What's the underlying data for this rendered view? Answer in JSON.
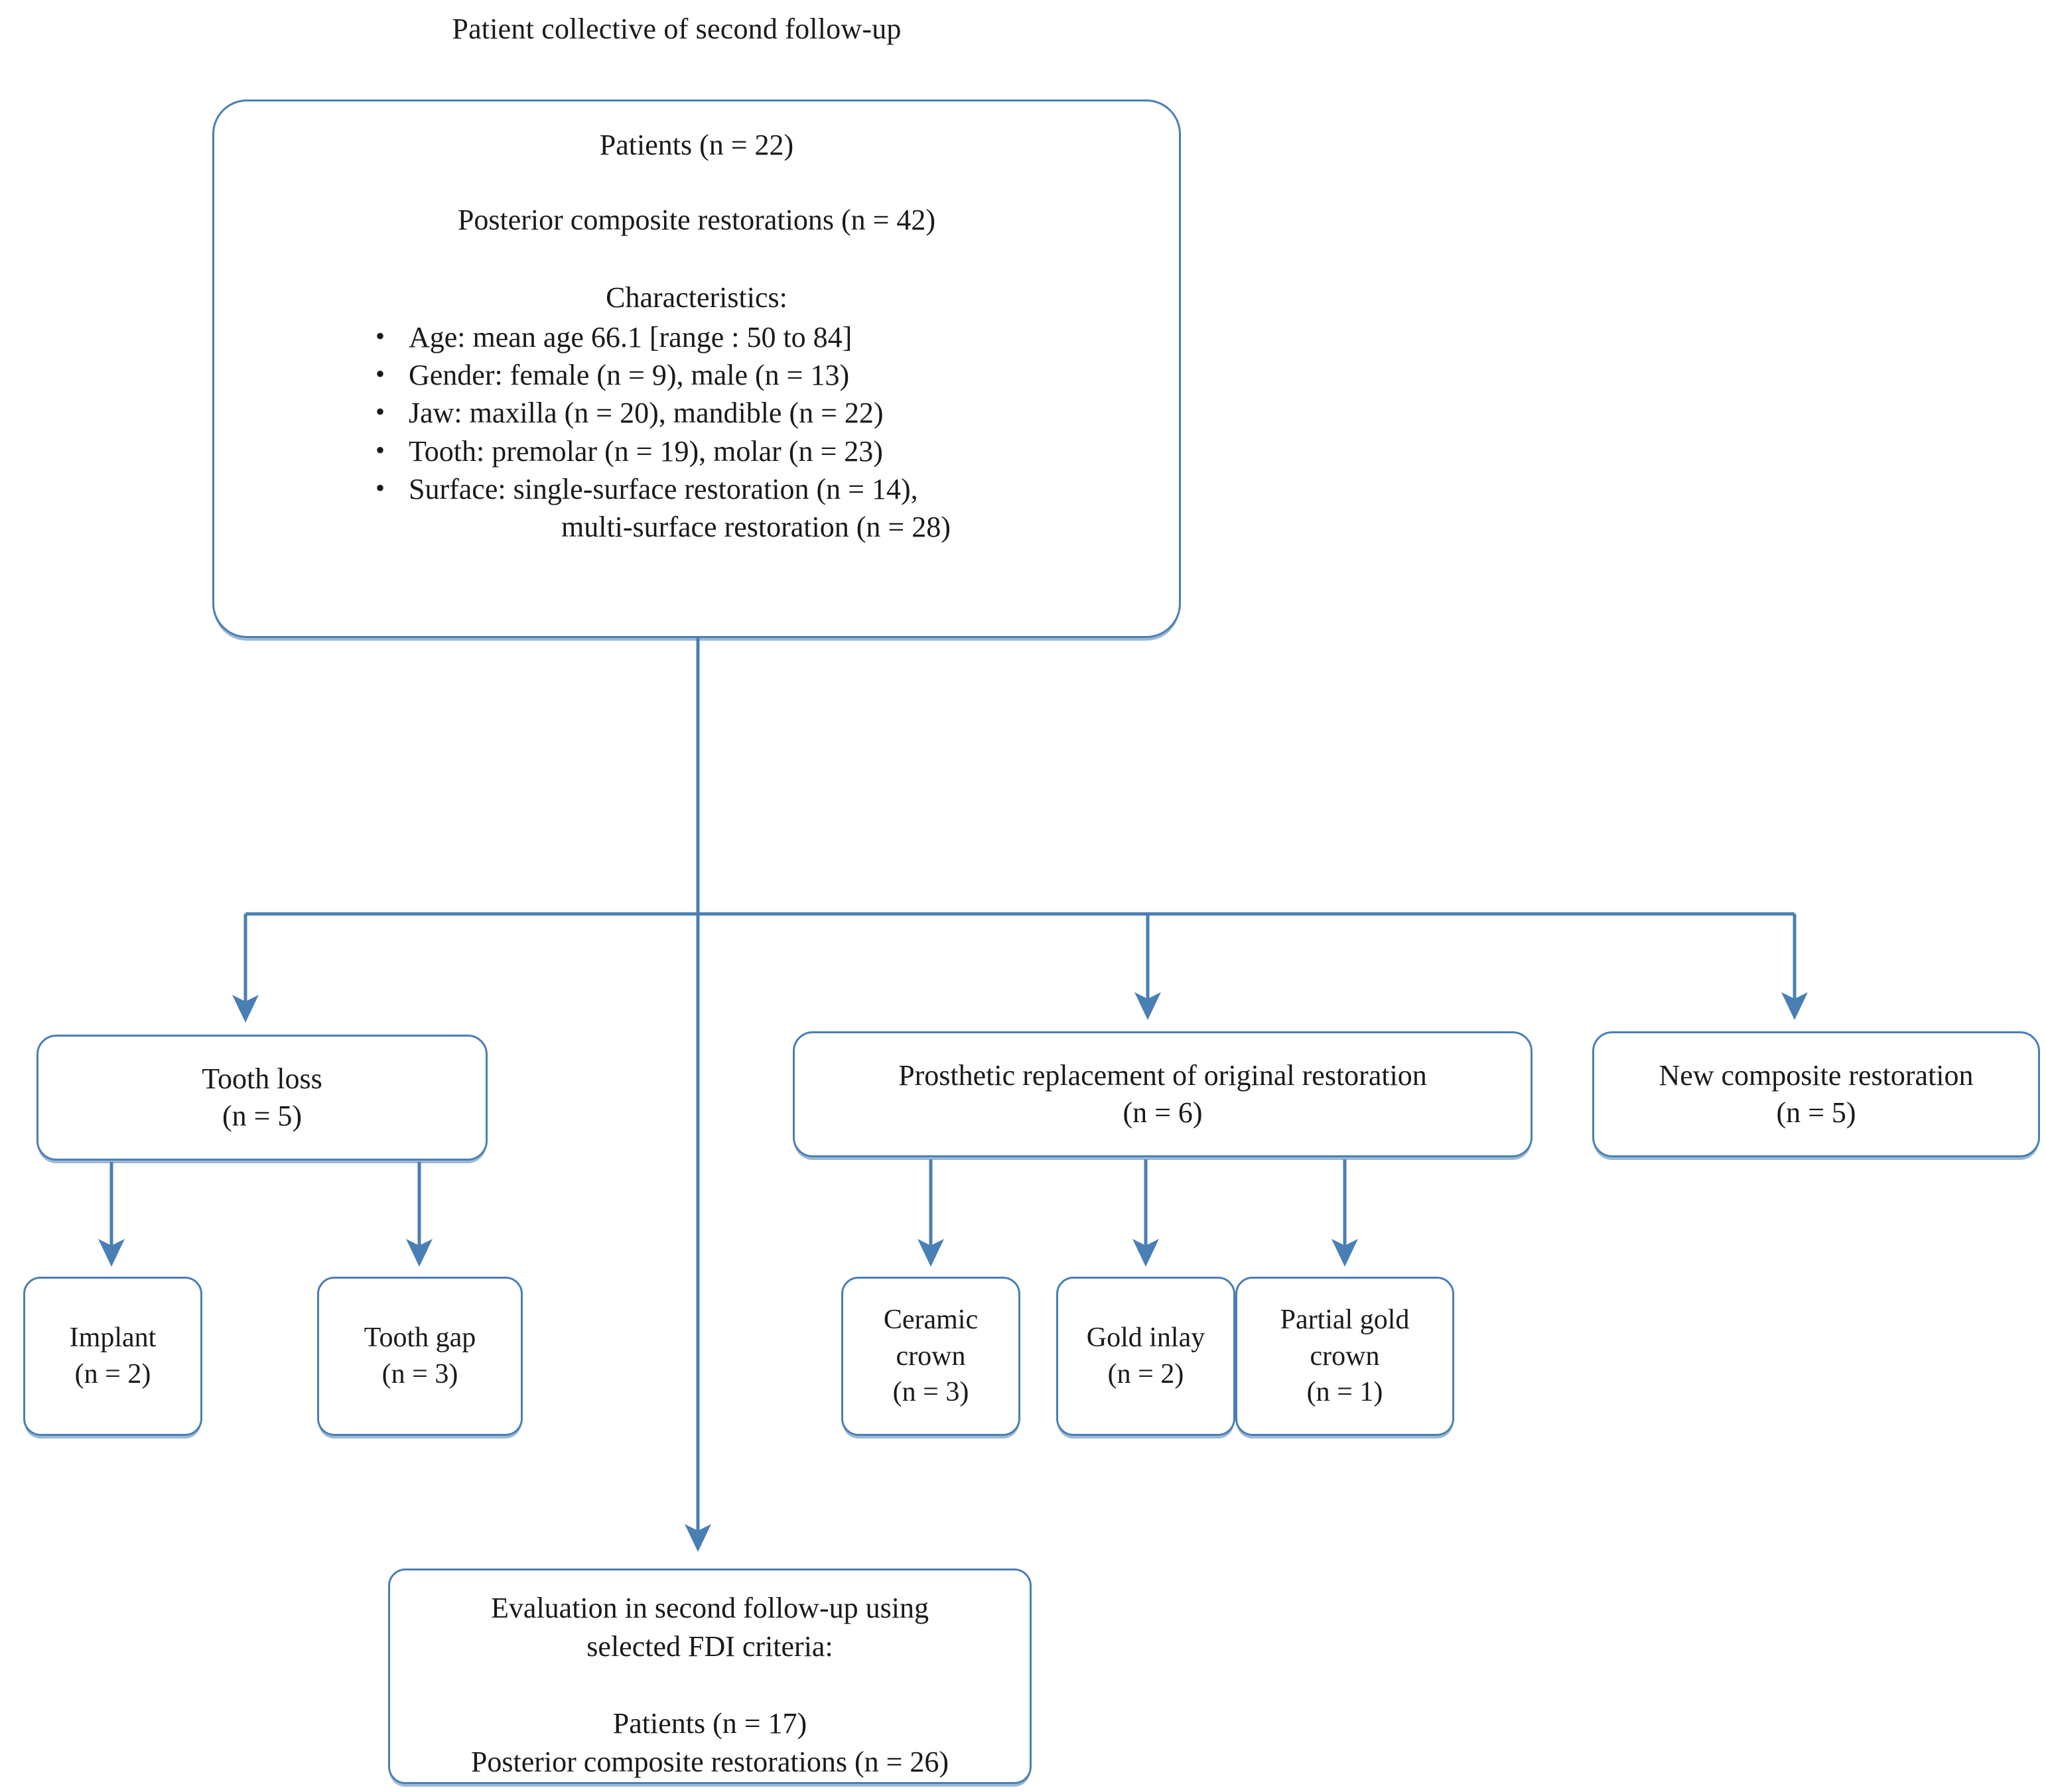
{
  "title": "Patient collective of second follow-up",
  "colors": {
    "edge": "#4a7fb5",
    "node_border": "#4a7fb5",
    "text": "#1a1a1a",
    "background": "#ffffff"
  },
  "main_box": {
    "patients": "Patients (n = 22)",
    "restorations": "Posterior composite restorations (n = 42)",
    "characteristics_label": "Characteristics:",
    "bullet_symbol": "•",
    "characteristics": [
      {
        "text": "Age: mean age 66.1 [range : 50 to 84]",
        "cont": ""
      },
      {
        "text": "Gender: female (n = 9), male (n = 13)",
        "cont": ""
      },
      {
        "text": "Jaw: maxilla (n = 20), mandible (n = 22)",
        "cont": ""
      },
      {
        "text": "Tooth: premolar (n = 19), molar (n = 23)",
        "cont": ""
      },
      {
        "text": "Surface: single-surface restoration (n = 14),",
        "cont": "multi-surface restoration (n = 28)"
      }
    ]
  },
  "branches": [
    {
      "label": "Tooth loss",
      "count": "(n = 5)"
    },
    {
      "label": "Prosthetic replacement of original restoration",
      "count": "(n = 6)"
    },
    {
      "label": "New  composite restoration",
      "count": "(n = 5)"
    }
  ],
  "tooth_loss_children": [
    {
      "line1": "Implant",
      "line2": "",
      "count": "(n = 2)"
    },
    {
      "line1": "Tooth gap",
      "line2": "",
      "count": "(n = 3)"
    }
  ],
  "prosthetic_children": [
    {
      "line1": "Ceramic",
      "line2": "crown",
      "count": "(n = 3)"
    },
    {
      "line1": "Gold inlay",
      "line2": "",
      "count": "(n = 2)"
    },
    {
      "line1": "Partial gold",
      "line2": "crown",
      "count": "(n = 1)"
    }
  ],
  "evaluation": {
    "line1": "Evaluation in second follow-up using",
    "line2": "selected FDI criteria:",
    "line3": "Patients (n = 17)",
    "line4": "Posterior composite restorations (n = 26)"
  }
}
